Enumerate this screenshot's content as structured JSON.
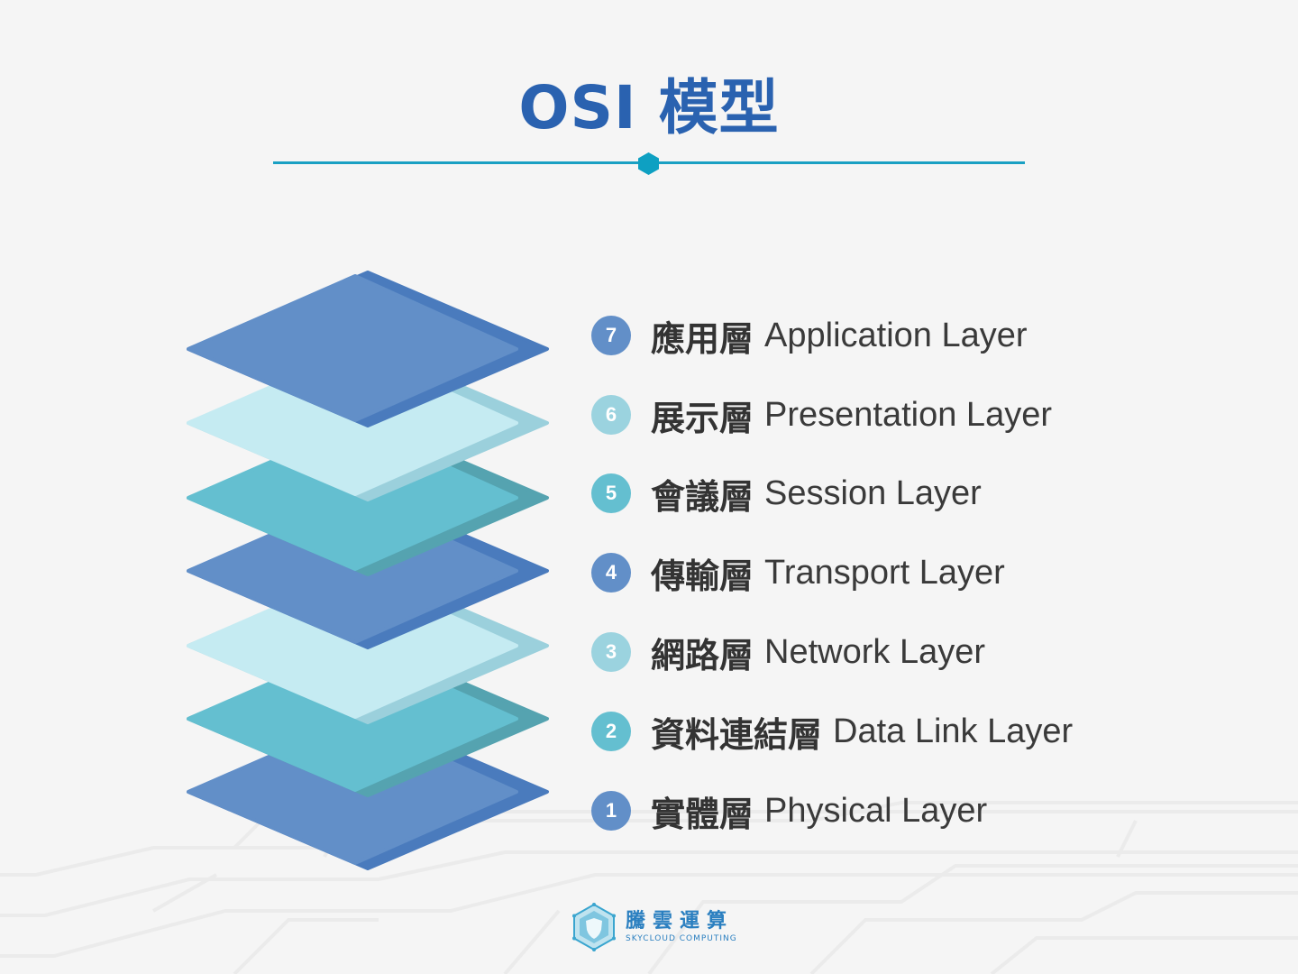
{
  "title": "OSI 模型",
  "colors": {
    "title": "#2a62b0",
    "divider": "#1aa0c3",
    "text": "#333333",
    "background": "#f5f5f5"
  },
  "layers": [
    {
      "number": "7",
      "zh": "應用層",
      "en": "Application Layer",
      "badge_color": "#628fc8",
      "fill": "#628fc8",
      "edge": "#4a7bbd"
    },
    {
      "number": "6",
      "zh": "展示層",
      "en": "Presentation Layer",
      "badge_color": "#9bd3df",
      "fill": "#c5ebf2",
      "edge": "#9bd0dc"
    },
    {
      "number": "5",
      "zh": "會議層",
      "en": "Session Layer",
      "badge_color": "#64bfd0",
      "fill": "#64bfd0",
      "edge": "#55a3b0"
    },
    {
      "number": "4",
      "zh": "傳輸層",
      "en": "Transport Layer",
      "badge_color": "#628fc8",
      "fill": "#628fc8",
      "edge": "#4a7bbd"
    },
    {
      "number": "3",
      "zh": "網路層",
      "en": "Network Layer",
      "badge_color": "#9bd3df",
      "fill": "#c5ebf2",
      "edge": "#9bd0dc"
    },
    {
      "number": "2",
      "zh": "資料連結層",
      "en": "Data Link Layer",
      "badge_color": "#64bfd0",
      "fill": "#64bfd0",
      "edge": "#55a3b0"
    },
    {
      "number": "1",
      "zh": "實體層",
      "en": "Physical Layer",
      "badge_color": "#628fc8",
      "fill": "#628fc8",
      "edge": "#4a7bbd"
    }
  ],
  "logo": {
    "zh": "騰雲運算",
    "en": "SKYCLOUD COMPUTING"
  }
}
